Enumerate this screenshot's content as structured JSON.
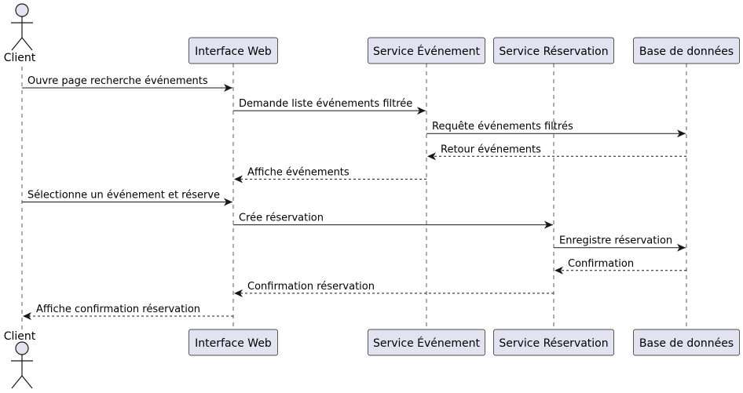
{
  "diagram": {
    "type": "sequence",
    "colors": {
      "box_fill": "#E2E2F0",
      "box_stroke": "#181818",
      "lifeline": "#181818",
      "arrow": "#181818"
    },
    "participants": [
      {
        "id": "client",
        "label": "Client",
        "kind": "actor"
      },
      {
        "id": "web",
        "label": "Interface Web",
        "kind": "participant"
      },
      {
        "id": "evt",
        "label": "Service Événement",
        "kind": "participant"
      },
      {
        "id": "resa",
        "label": "Service Réservation",
        "kind": "participant"
      },
      {
        "id": "db",
        "label": "Base de données",
        "kind": "participant"
      }
    ],
    "messages": [
      {
        "from": "client",
        "to": "web",
        "label": "Ouvre page recherche événements",
        "style": "solid"
      },
      {
        "from": "web",
        "to": "evt",
        "label": "Demande liste événements filtrée",
        "style": "solid"
      },
      {
        "from": "evt",
        "to": "db",
        "label": "Requête événements filtrés",
        "style": "solid"
      },
      {
        "from": "db",
        "to": "evt",
        "label": "Retour événements",
        "style": "dashed"
      },
      {
        "from": "evt",
        "to": "web",
        "label": "Affiche événements",
        "style": "dashed"
      },
      {
        "from": "client",
        "to": "web",
        "label": "Sélectionne un événement et réserve",
        "style": "solid"
      },
      {
        "from": "web",
        "to": "resa",
        "label": "Crée réservation",
        "style": "solid"
      },
      {
        "from": "resa",
        "to": "db",
        "label": "Enregistre réservation",
        "style": "solid"
      },
      {
        "from": "db",
        "to": "resa",
        "label": "Confirmation",
        "style": "dashed"
      },
      {
        "from": "resa",
        "to": "web",
        "label": "Confirmation réservation",
        "style": "dashed"
      },
      {
        "from": "web",
        "to": "client",
        "label": "Affiche confirmation réservation",
        "style": "dashed"
      }
    ]
  }
}
